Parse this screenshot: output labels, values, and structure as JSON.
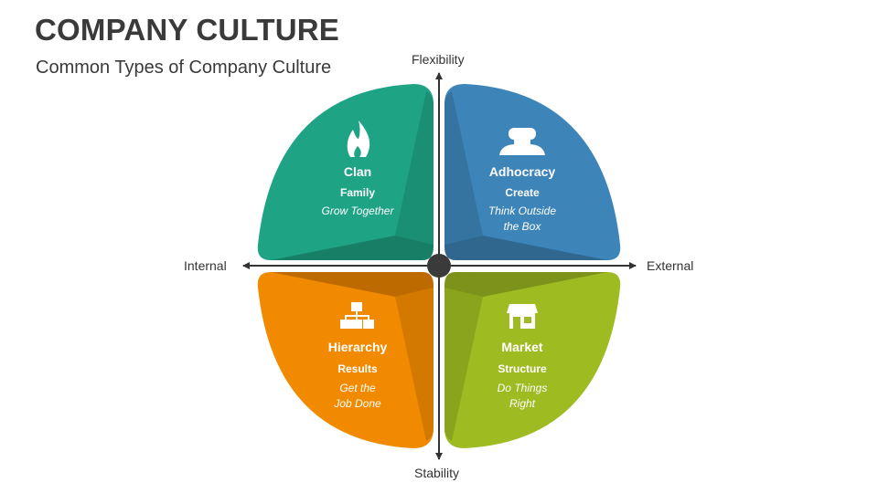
{
  "header": {
    "title": "COMPANY CULTURE",
    "subtitle": "Common Types of Company Culture"
  },
  "axes": {
    "top": "Flexibility",
    "bottom": "Stability",
    "left": "Internal",
    "right": "External"
  },
  "quadrants": {
    "clan": {
      "name": "Clan",
      "keyword": "Family",
      "motto": [
        "Grow Together"
      ],
      "color": "#1fa385",
      "icon": "flame-icon"
    },
    "adhocracy": {
      "name": "Adhocracy",
      "keyword": "Create",
      "motto": [
        "Think Outside",
        "the Box"
      ],
      "color": "#3d85b8",
      "icon": "idea-icon"
    },
    "hierarchy": {
      "name": "Hierarchy",
      "keyword": "Results",
      "motto": [
        "Get the",
        "Job Done"
      ],
      "color": "#f28a00",
      "icon": "org-chart-icon"
    },
    "market": {
      "name": "Market",
      "keyword": "Structure",
      "motto": [
        "Do Things",
        "Right"
      ],
      "color": "#9fbb22",
      "icon": "store-icon"
    }
  }
}
